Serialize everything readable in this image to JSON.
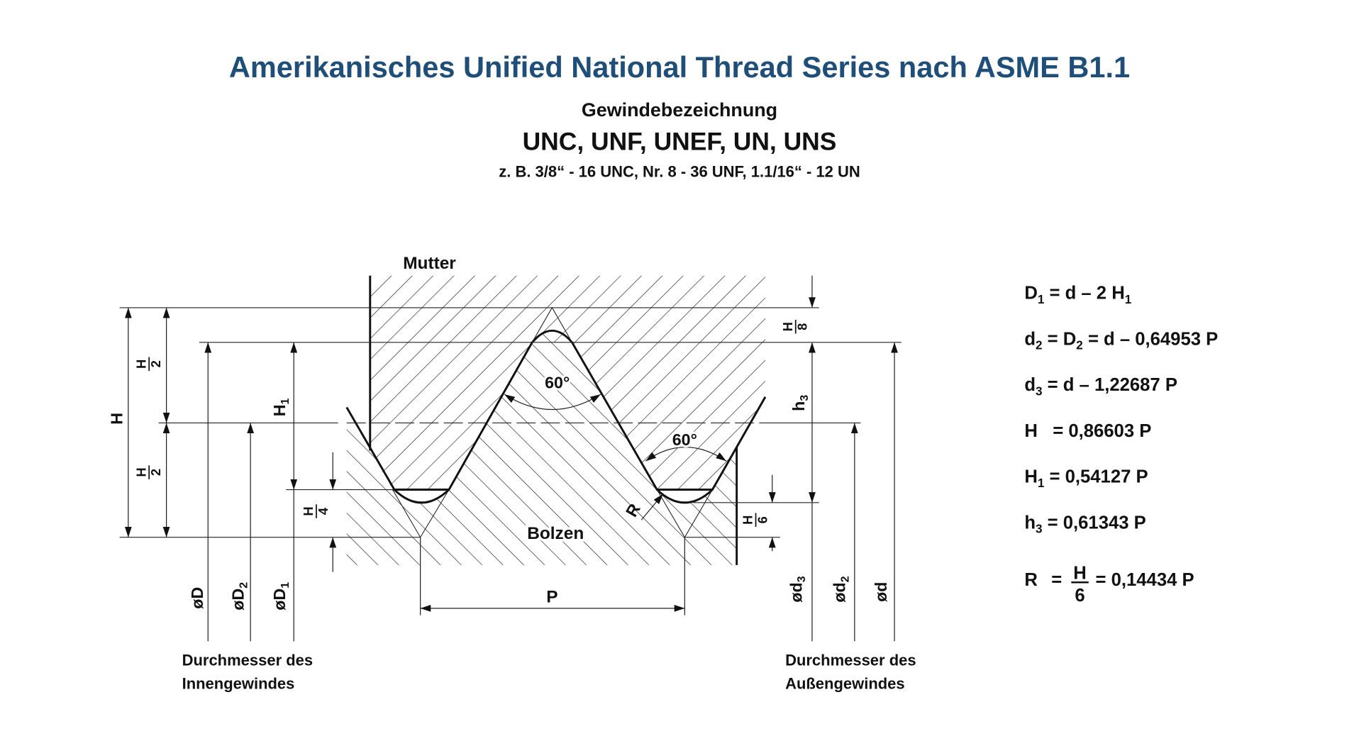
{
  "header": {
    "title": "Amerikanisches Unified National Thread Series nach ASME B1.1",
    "subtitle": "Gewindebezeichnung",
    "series": "UNC, UNF, UNEF, UN, UNS",
    "example": "z. B. 3/8“ - 16 UNC, Nr. 8 - 36 UNF, 1.1/16“ - 12 UN"
  },
  "colors": {
    "title": "#1F4E79",
    "lines": "#111111"
  },
  "diagram": {
    "nut_label": "Mutter",
    "bolt_label": "Bolzen",
    "angle_top": "60°",
    "angle_right": "60°",
    "radius_label": "R",
    "pitch_label": "P",
    "H": "H",
    "H_half_num": "H",
    "H_half_den": "2",
    "H1": "H",
    "H1_sub": "1",
    "H4_num": "H",
    "H4_den": "4",
    "H8_num": "H",
    "H8_den": "8",
    "H6_num": "H",
    "H6_den": "6",
    "h3": "h",
    "h3_sub": "3",
    "dia_D": "øD",
    "dia_D2": "øD",
    "dia_D2_sub": "2",
    "dia_D1": "øD",
    "dia_D1_sub": "1",
    "dia_d3": "ød",
    "dia_d3_sub": "3",
    "dia_d2": "ød",
    "dia_d2_sub": "2",
    "dia_d": "ød",
    "inner_label_1": "Durchmesser des",
    "inner_label_2": "Innengewindes",
    "outer_label_1": "Durchmesser des",
    "outer_label_2": "Außengewindes"
  },
  "formulas": [
    {
      "a": "D",
      "a_sub": "1",
      "b": " = d – 2 H",
      "b_sub": "1",
      "c": ""
    },
    {
      "a": "d",
      "a_sub": "2",
      "b": " = D",
      "b_sub": "2",
      "c": " = d – 0,64953 P"
    },
    {
      "a": "d",
      "a_sub": "3",
      "b": " = d – 1,22687 P",
      "b_sub": "",
      "c": ""
    },
    {
      "a": "H",
      "a_sub": "",
      "b": "   = 0,86603 P",
      "b_sub": "",
      "c": ""
    },
    {
      "a": "H",
      "a_sub": "1",
      "b": " = 0,54127 P",
      "b_sub": "",
      "c": ""
    },
    {
      "a": "h",
      "a_sub": "3",
      "b": " = 0,61343 P",
      "b_sub": "",
      "c": ""
    }
  ],
  "formula_R": {
    "lhs": "R",
    "eq": "=",
    "num": "H",
    "den": "6",
    "rhs": "= 0,14434 P"
  }
}
